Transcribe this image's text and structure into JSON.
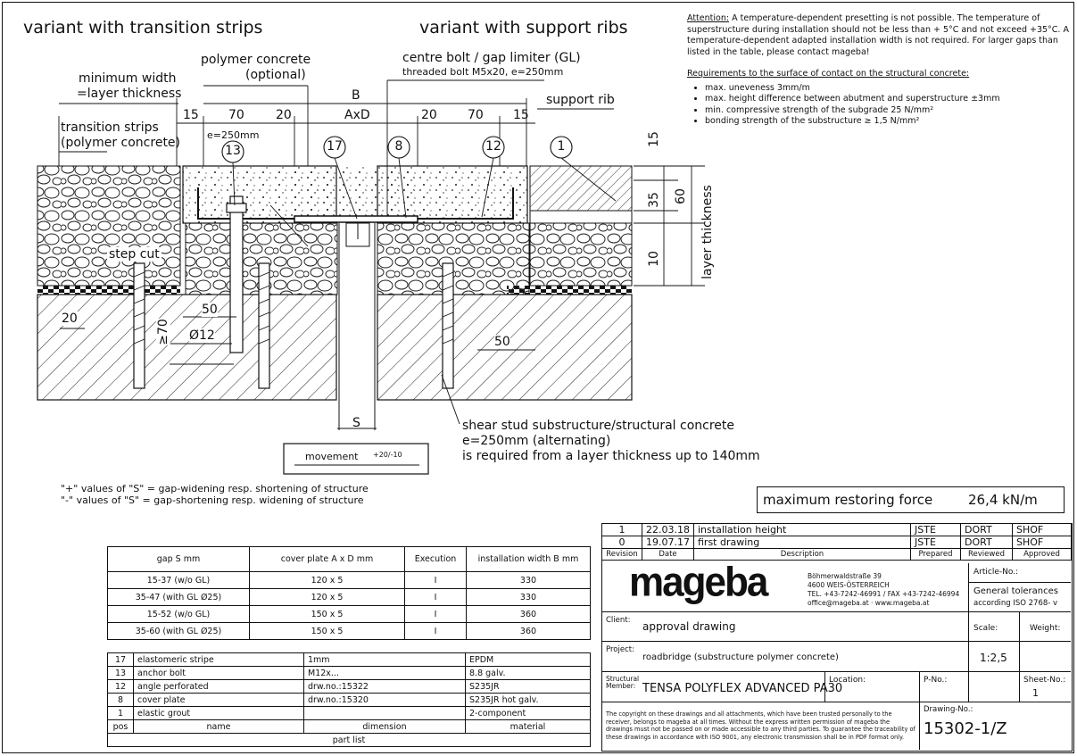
{
  "headings": {
    "left": "variant with transition strips",
    "right": "variant with support ribs"
  },
  "notes": {
    "attention_label": "Attention:",
    "attention_text": "A temperature-dependent presetting is not possible. The temperature of superstructure during installation should not be less than + 5°C and not exceed +35°C. A temperature-dependent adapted installation width is not required. For larger gaps than listed in the table, please contact mageba!",
    "requirements_title": "Requirements to the surface of contact on the structural concrete:",
    "requirements": [
      "max. uneveness 3mm/m",
      "max. height difference between abutment and superstructure ±3mm",
      "min. compressive strength of the subgrade 25 N/mm²",
      "bonding strength of the substructure ≥ 1,5 N/mm²"
    ]
  },
  "labels": {
    "min_width": "minimum width",
    "layer_thickness_eq": "=layer thickness",
    "polymer_concrete": "polymer concrete",
    "optional": "(optional)",
    "centre_bolt": "centre bolt / gap limiter (GL)",
    "threaded_bolt": "threaded bolt M5x20, e=250mm",
    "support_rib": "support rib",
    "transition_strips": "transition strips",
    "polymer_concrete_paren": "(polymer concrete)",
    "e250": "e=250mm",
    "step_cut": "step cut",
    "layer_thickness": "layer thickness",
    "shear_1": "shear stud substructure/structural concrete",
    "shear_2": "e=250mm (alternating)",
    "shear_3": "is required from a layer thickness up to 140mm",
    "movement": "movement",
    "movement_val": "+20/-10",
    "s": "S",
    "plus_note": "\"+\" values of \"S\" = gap-widening resp. shortening of structure",
    "minus_note": "\"-\" values of \"S\" = gap-shortening resp. widening of structure"
  },
  "dims": {
    "B": "B",
    "d15a": "15",
    "d70a": "70",
    "d20a": "20",
    "axd": "AxD",
    "d20b": "20",
    "d70b": "70",
    "d15b": "15",
    "v15": "15",
    "v35": "35",
    "v60": "60",
    "v10": "10",
    "d20c": "20",
    "d70c": "≥70",
    "d50a": "50",
    "d12": "Ø12",
    "d50b": "50"
  },
  "callouts": [
    "13",
    "17",
    "8",
    "12",
    "1"
  ],
  "force": {
    "label": "maximum restoring force",
    "value": "26,4 kN/m"
  },
  "gap_table": {
    "headers": [
      "gap S mm",
      "cover plate A x D mm",
      "Execution",
      "installation width B mm"
    ],
    "rows": [
      [
        "15-37 (w/o GL)",
        "120 x 5",
        "I",
        "330"
      ],
      [
        "35-47 (with GL Ø25)",
        "120 x 5",
        "I",
        "330"
      ],
      [
        "15-52 (w/o GL)",
        "150 x 5",
        "I",
        "360"
      ],
      [
        "35-60 (with GL Ø25)",
        "150 x 5",
        "I",
        "360"
      ]
    ]
  },
  "parts": {
    "rows": [
      [
        "17",
        "elastomeric stripe",
        "1mm",
        "EPDM"
      ],
      [
        "13",
        "anchor bolt",
        "M12x...",
        "8.8 galv."
      ],
      [
        "12",
        "angle perforated",
        "drw.no.:15322",
        "S235JR"
      ],
      [
        "8",
        "cover plate",
        "drw.no.:15320",
        "S235JR hot galv."
      ],
      [
        "1",
        "elastic grout",
        "",
        "2-component"
      ]
    ],
    "headers": [
      "pos",
      "name",
      "dimension",
      "material"
    ],
    "title": "part list"
  },
  "revisions": {
    "rows": [
      [
        "1",
        "22.03.18",
        "installation height",
        "JSTE",
        "DORT",
        "SHOF"
      ],
      [
        "0",
        "19.07.17",
        "first drawing",
        "JSTE",
        "DORT",
        "SHOF"
      ]
    ],
    "headers": [
      "Revision",
      "Date",
      "Description",
      "Prepared",
      "Reviewed",
      "Approved"
    ]
  },
  "titleblock": {
    "logo": "mageba",
    "address": [
      "Böhmerwaldstraße 39",
      "4600 WEIS-ÖSTERREICH",
      "TEL. +43-7242-46991 / FAX +43-7242-46994",
      "office@mageba.at · www.mageba.at"
    ],
    "article_label": "Article-No.:",
    "tolerances_1": "General tolerances",
    "tolerances_2": "according ISO 2768- v",
    "client_label": "Client:",
    "client": "approval drawing",
    "scale_label": "Scale:",
    "weight_label": "Weight:",
    "project_label": "Project:",
    "project": "roadbridge (substructure polymer concrete)",
    "scale": "1:2,5",
    "structural_label_1": "Structural",
    "structural_label_2": "Member:",
    "structural": "TENSA POLYFLEX ADVANCED PA30",
    "location_label": "Location:",
    "pno_label": "P-No.:",
    "sheet_label": "Sheet-No.:",
    "sheet": "1",
    "copyright": "The copyright on these drawings and all attachments, which have been trusted personally to the receiver, belongs to mageba at all times. Without the express written permission of mageba the drawings must not be passed on or made accessible to any third parties. To guarantee the traceability of these drawings in accordance with ISO 9001, any electronic transmission shall be in PDF format only.",
    "drawing_label": "Drawing-No.:",
    "drawing_no": "15302-1/Z"
  }
}
